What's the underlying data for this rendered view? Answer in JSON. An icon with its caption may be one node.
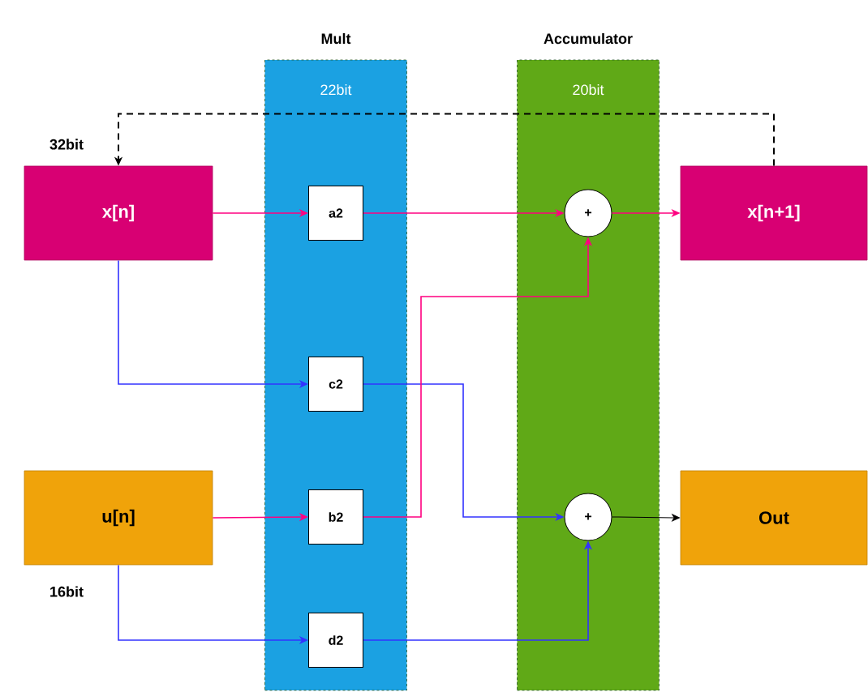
{
  "diagram": {
    "nodes": [
      {
        "text": [
          "Mult",
          "22bit"
        ]
      },
      {
        "text": [
          "Accumulator",
          "20bit"
        ]
      },
      {
        "text": [
          "x[n]"
        ],
        "beside": [
          "32bit"
        ]
      },
      {
        "text": [
          "a2"
        ],
        "in": 0
      },
      {
        "text": [
          "c2"
        ],
        "in": 0
      },
      {
        "text": [
          "b2"
        ],
        "in": 0
      },
      {
        "text": [
          "d2"
        ],
        "in": 0
      },
      {
        "text": [
          "+"
        ],
        "in": 1
      },
      {
        "text": [
          "+"
        ],
        "in": 1
      },
      {
        "text": [
          "x[n+1]"
        ]
      },
      {
        "text": [
          "u[n]"
        ],
        "beside": [
          "16bit"
        ]
      },
      {
        "text": [
          "Out"
        ]
      }
    ],
    "edges": [
      {
        "from": 2,
        "to": 3,
        "arrow": "to"
      },
      {
        "from": 3,
        "to": 7,
        "arrow": "to"
      },
      {
        "from": 7,
        "to": 9,
        "arrow": "to"
      },
      {
        "from": 9,
        "to": 2,
        "arrow": "to",
        "style": "dashed",
        "color": "#000000"
      },
      {
        "from": 2,
        "to": 4,
        "arrow": "to",
        "color": "#3333ff"
      },
      {
        "from": 4,
        "to": 8,
        "arrow": "to",
        "color": "#3333ff"
      },
      {
        "from": 10,
        "to": 5,
        "arrow": "to"
      },
      {
        "from": 5,
        "to": 7,
        "arrow": "to"
      },
      {
        "from": 10,
        "to": 6,
        "arrow": "to",
        "color": "#3333ff"
      },
      {
        "from": 6,
        "to": 8,
        "arrow": "to",
        "color": "#3333ff"
      },
      {
        "from": 8,
        "to": 11,
        "arrow": "to",
        "color": "#000000"
      }
    ]
  }
}
